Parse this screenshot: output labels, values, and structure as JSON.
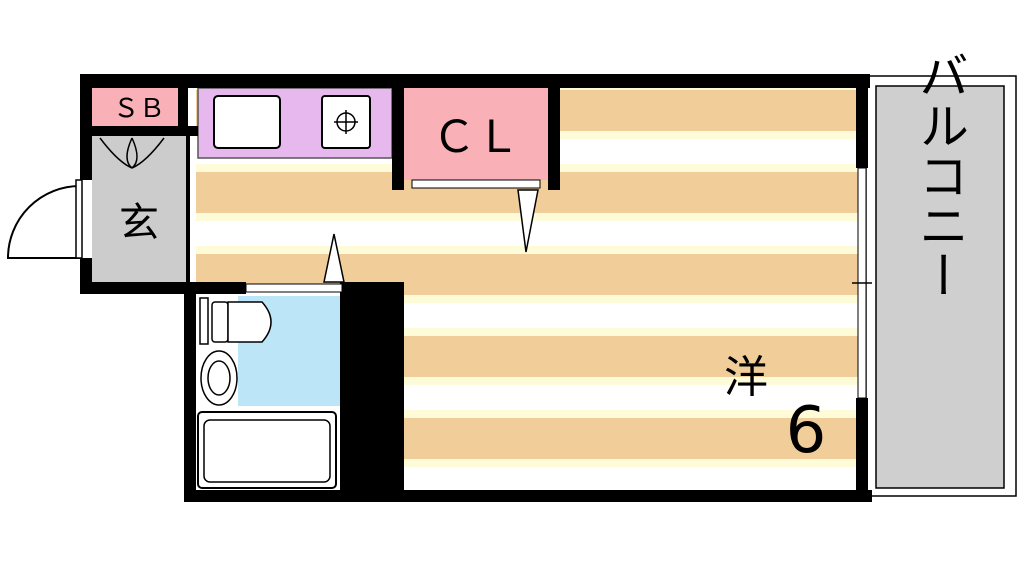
{
  "labels": {
    "shoe_box": "ＳＢ",
    "closet": "ＣＬ",
    "entrance": "玄",
    "western_room": "洋",
    "room_size": "6",
    "balcony": "バルコニー"
  },
  "colors": {
    "wall": "#000000",
    "floor_stripe_a": "#f1cd9a",
    "floor_stripe_b": "#fefbd8",
    "floor_stripe_c": "#ffffff",
    "closet_fill": "#f9b1b7",
    "kitchen_fill": "#e7b8ee",
    "bath_fill": "#bde5f8",
    "entrance_fill": "#cccccc",
    "balcony_fill": "#cfcfcf"
  }
}
